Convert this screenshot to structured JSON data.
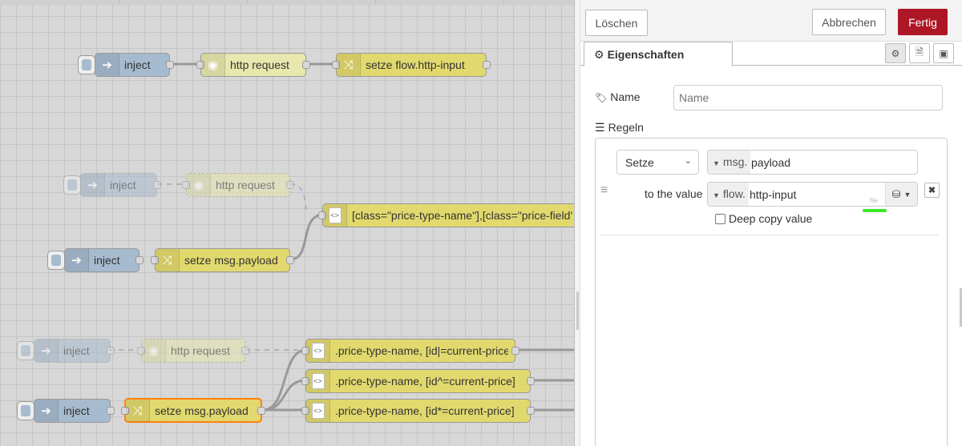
{
  "workspace": {
    "nodes": {
      "inject1": "inject",
      "http1": "http request",
      "change1": "setze flow.http-input",
      "inject2": "inject",
      "http2": "http request",
      "html2": "[class=\"price-type-name\"],[class=\"price-field\"]",
      "inject3": "inject",
      "change3": "setze msg.payload",
      "inject4": "inject",
      "http4": "http request",
      "html4a": ".price-type-name, [id|=current-price]",
      "html4b": ".price-type-name, [id^=current-price]",
      "html4c": ".price-type-name, [id*=current-price]",
      "inject5": "inject",
      "change5": "setze msg.payload"
    }
  },
  "tray": {
    "delete_label": "Löschen",
    "cancel_label": "Abbrechen",
    "done_label": "Fertig",
    "tab_properties": "Eigenschaften",
    "name_label": "Name",
    "name_placeholder": "Name",
    "rules_label": "Regeln",
    "rule": {
      "action": "Setze",
      "target_type": "msg.",
      "target_value": "payload",
      "to_label": "to the value",
      "source_type": "flow.",
      "source_value": "http-input",
      "store_hint": "file",
      "deep_copy_label": "Deep copy value"
    }
  },
  "colors": {
    "inject": "#a6bbcf",
    "http_request": "#e7e7ae",
    "change": "#e2d96e",
    "done_button": "#ad1625",
    "selection": "#ff7f0e",
    "store_indicator": "#3ee62a"
  }
}
